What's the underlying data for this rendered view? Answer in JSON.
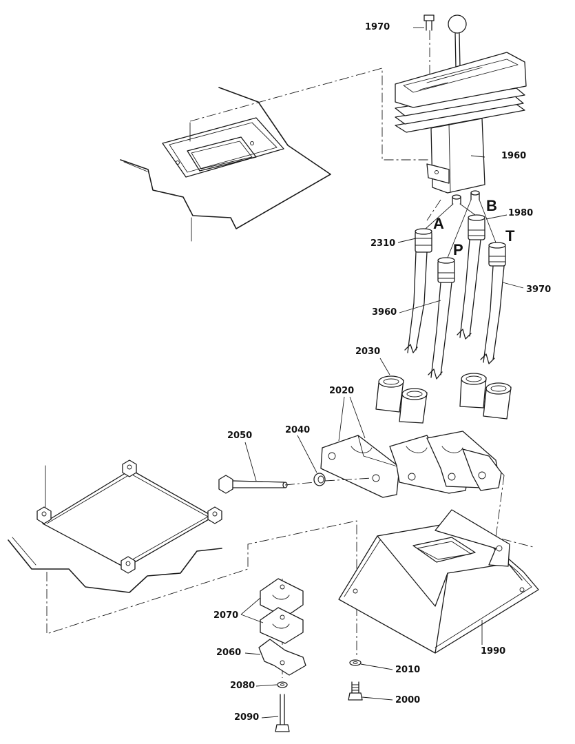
{
  "callouts": {
    "c1970": "1970",
    "c1960": "1960",
    "c1980": "1980",
    "c2310": "2310",
    "c3960": "3960",
    "c3970": "3970",
    "c2030": "2030",
    "c2020": "2020",
    "c2050": "2050",
    "c2040": "2040",
    "c2070": "2070",
    "c2060": "2060",
    "c2080": "2080",
    "c2090": "2090",
    "c2010": "2010",
    "c2000": "2000",
    "c1990": "1990"
  },
  "ports": {
    "a": "A",
    "b": "B",
    "p": "P",
    "t": "T"
  }
}
